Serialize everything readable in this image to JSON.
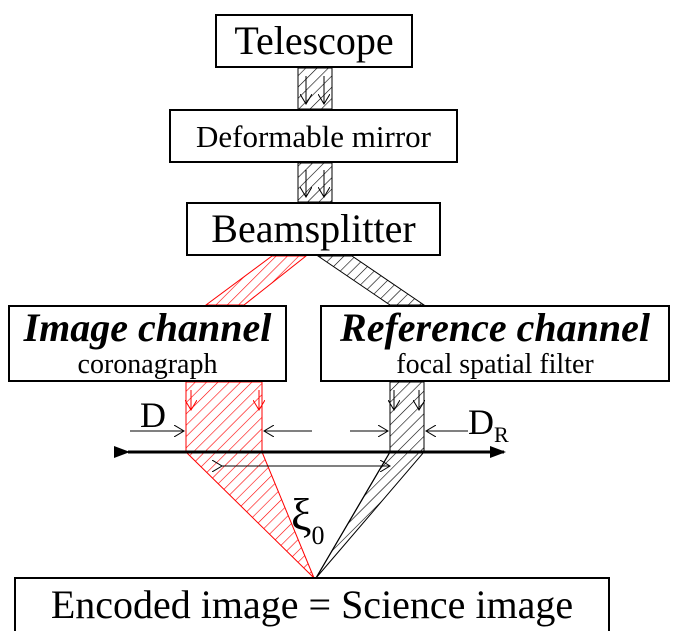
{
  "diagram": {
    "telescope": "Telescope",
    "deformable_mirror": "Deformable mirror",
    "beamsplitter": "Beamsplitter",
    "image_channel": {
      "title": "Image channel",
      "subtitle": "coronagraph"
    },
    "reference_channel": {
      "title": "Reference channel",
      "subtitle": "focal spatial filter"
    },
    "pupil_label": "D",
    "reference_pupil_label": "D",
    "reference_pupil_subscript": "R",
    "separation_label": "ξ",
    "separation_subscript": "0",
    "output": "Encoded image = Science image"
  },
  "colors": {
    "image_channel": "#ff0000",
    "reference_channel": "#000000"
  }
}
